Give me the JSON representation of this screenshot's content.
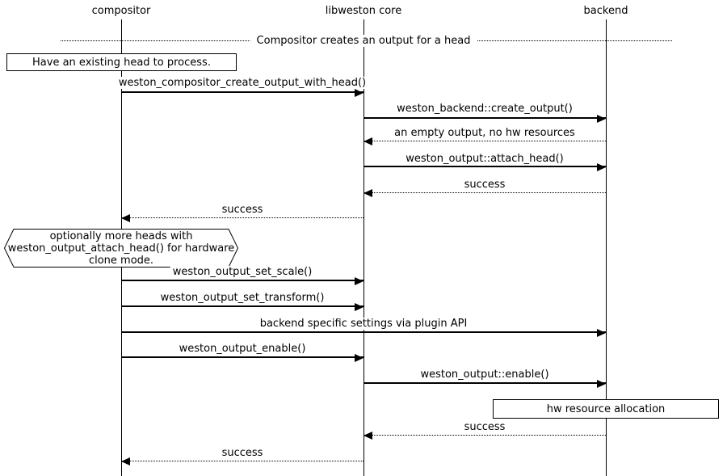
{
  "colors": {
    "foreground": "#000000",
    "background": "#ffffff"
  },
  "participants": [
    {
      "label": "compositor"
    },
    {
      "label": "libweston core"
    },
    {
      "label": "backend"
    }
  ],
  "divider": {
    "label": "Compositor creates an output for a head"
  },
  "notes": [
    {
      "shape": "box",
      "label": "Have an existing head to process."
    },
    {
      "shape": "angular-box",
      "lines": [
        "optionally more heads with",
        "weston_output_attach_head() for hardware",
        "clone mode."
      ]
    },
    {
      "shape": "box",
      "label": "hw resource allocation"
    }
  ],
  "messages": [
    {
      "from": "compositor",
      "to": "libweston core",
      "style": "call",
      "label": "weston_compositor_create_output_with_head()"
    },
    {
      "from": "libweston core",
      "to": "backend",
      "style": "call",
      "label": "weston_backend::create_output()"
    },
    {
      "from": "backend",
      "to": "libweston core",
      "style": "return",
      "label": "an empty output, no hw resources"
    },
    {
      "from": "libweston core",
      "to": "backend",
      "style": "call",
      "label": "weston_output::attach_head()"
    },
    {
      "from": "backend",
      "to": "libweston core",
      "style": "return",
      "label": "success"
    },
    {
      "from": "libweston core",
      "to": "compositor",
      "style": "return",
      "label": "success"
    },
    {
      "from": "compositor",
      "to": "libweston core",
      "style": "call",
      "label": "weston_output_set_scale()"
    },
    {
      "from": "compositor",
      "to": "libweston core",
      "style": "call",
      "label": "weston_output_set_transform()"
    },
    {
      "from": "compositor",
      "to": "backend",
      "style": "call",
      "label": "backend specific settings via plugin API"
    },
    {
      "from": "compositor",
      "to": "libweston core",
      "style": "call",
      "label": "weston_output_enable()"
    },
    {
      "from": "libweston core",
      "to": "backend",
      "style": "call",
      "label": "weston_output::enable()"
    },
    {
      "from": "backend",
      "to": "libweston core",
      "style": "return",
      "label": "success"
    },
    {
      "from": "libweston core",
      "to": "compositor",
      "style": "return",
      "label": "success"
    }
  ]
}
